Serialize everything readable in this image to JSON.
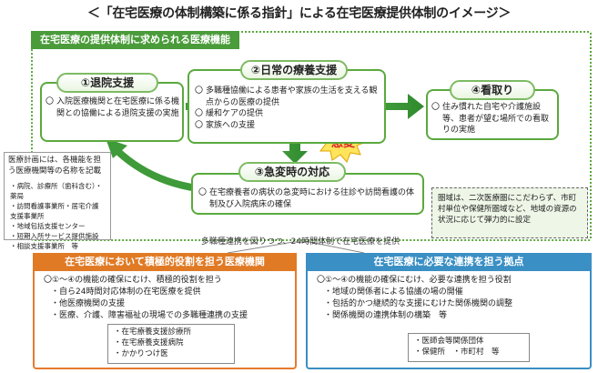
{
  "title": "＜「在宅医療の体制構築に係る指針」による在宅医療提供体制のイメージ＞",
  "functions_panel": {
    "label": "在宅医療の提供体制に求められる医療機能",
    "discharge": {
      "heading": "①退院支援",
      "items": [
        "入院医療機関と在宅医療に係る機関との協働による退院支援の実施"
      ]
    },
    "daily": {
      "heading": "②日常の療養支援",
      "items": [
        "多職種協働による患者や家族の生活を支える観点からの医療の提供",
        "緩和ケアの提供",
        "家族への支援"
      ]
    },
    "emergency_burst": "急変",
    "acute": {
      "heading": "③急変時の対応",
      "items": [
        "在宅療養者の病状の急変時における往診や訪問看護の体制及び入院病床の確保"
      ]
    },
    "terminal": {
      "heading": "④看取り",
      "items": [
        "住み慣れた自宅や介護施設等、患者が望む場所での看取りの実施"
      ]
    }
  },
  "plan_note": {
    "heading": "医療計画には、各機能を担う医療機関等の名称を記載",
    "items": [
      "・病院、診療所（歯科含む）・薬局",
      "・訪問看護事業所・居宅介護支援事業所",
      "・地域包括支援センター",
      "・短期入所サービス提供施設",
      "・相談支援事業所　等"
    ]
  },
  "area_note": "圏域は、二次医療圏にこだわらず、市町村単位や保健所圏域など、地域の資源の状況に応じて弾力的に設定",
  "connector_text": "多職種連携を図りつつ、24時間体制で在宅医療を提供",
  "left_section": {
    "label": "在宅医療において積極的役割を担う医療機関",
    "items": [
      "〇①～④の機能の確保にむけ、積極的役割を担う",
      "・自ら24時間対応体制の在宅医療を提供",
      "・他医療機関の支援",
      "・医療、介護、障害福祉の現場での多職種連携の支援"
    ],
    "examples": [
      "・在宅療養支援診療所",
      "・在宅療養支援病院",
      "・かかりつけ医"
    ]
  },
  "right_section": {
    "label": "在宅医療に必要な連携を担う拠点",
    "items": [
      "〇①～④の機能の確保にむけ、必要な連携を担う役割",
      "・地域の関係者による協議の場の開催",
      "・包括的かつ継続的な支援にむけた関係機関の調整",
      "・関係機関の連携体制の構築　等"
    ],
    "examples": [
      "・医師会等関係団体",
      "・保健所　・市町村　等"
    ]
  },
  "colors": {
    "green": "#5aa93e",
    "orange": "#e07a25",
    "blue": "#3a8fc4",
    "burst_fill": "#ffe45c",
    "burst_text": "#d9262b"
  }
}
